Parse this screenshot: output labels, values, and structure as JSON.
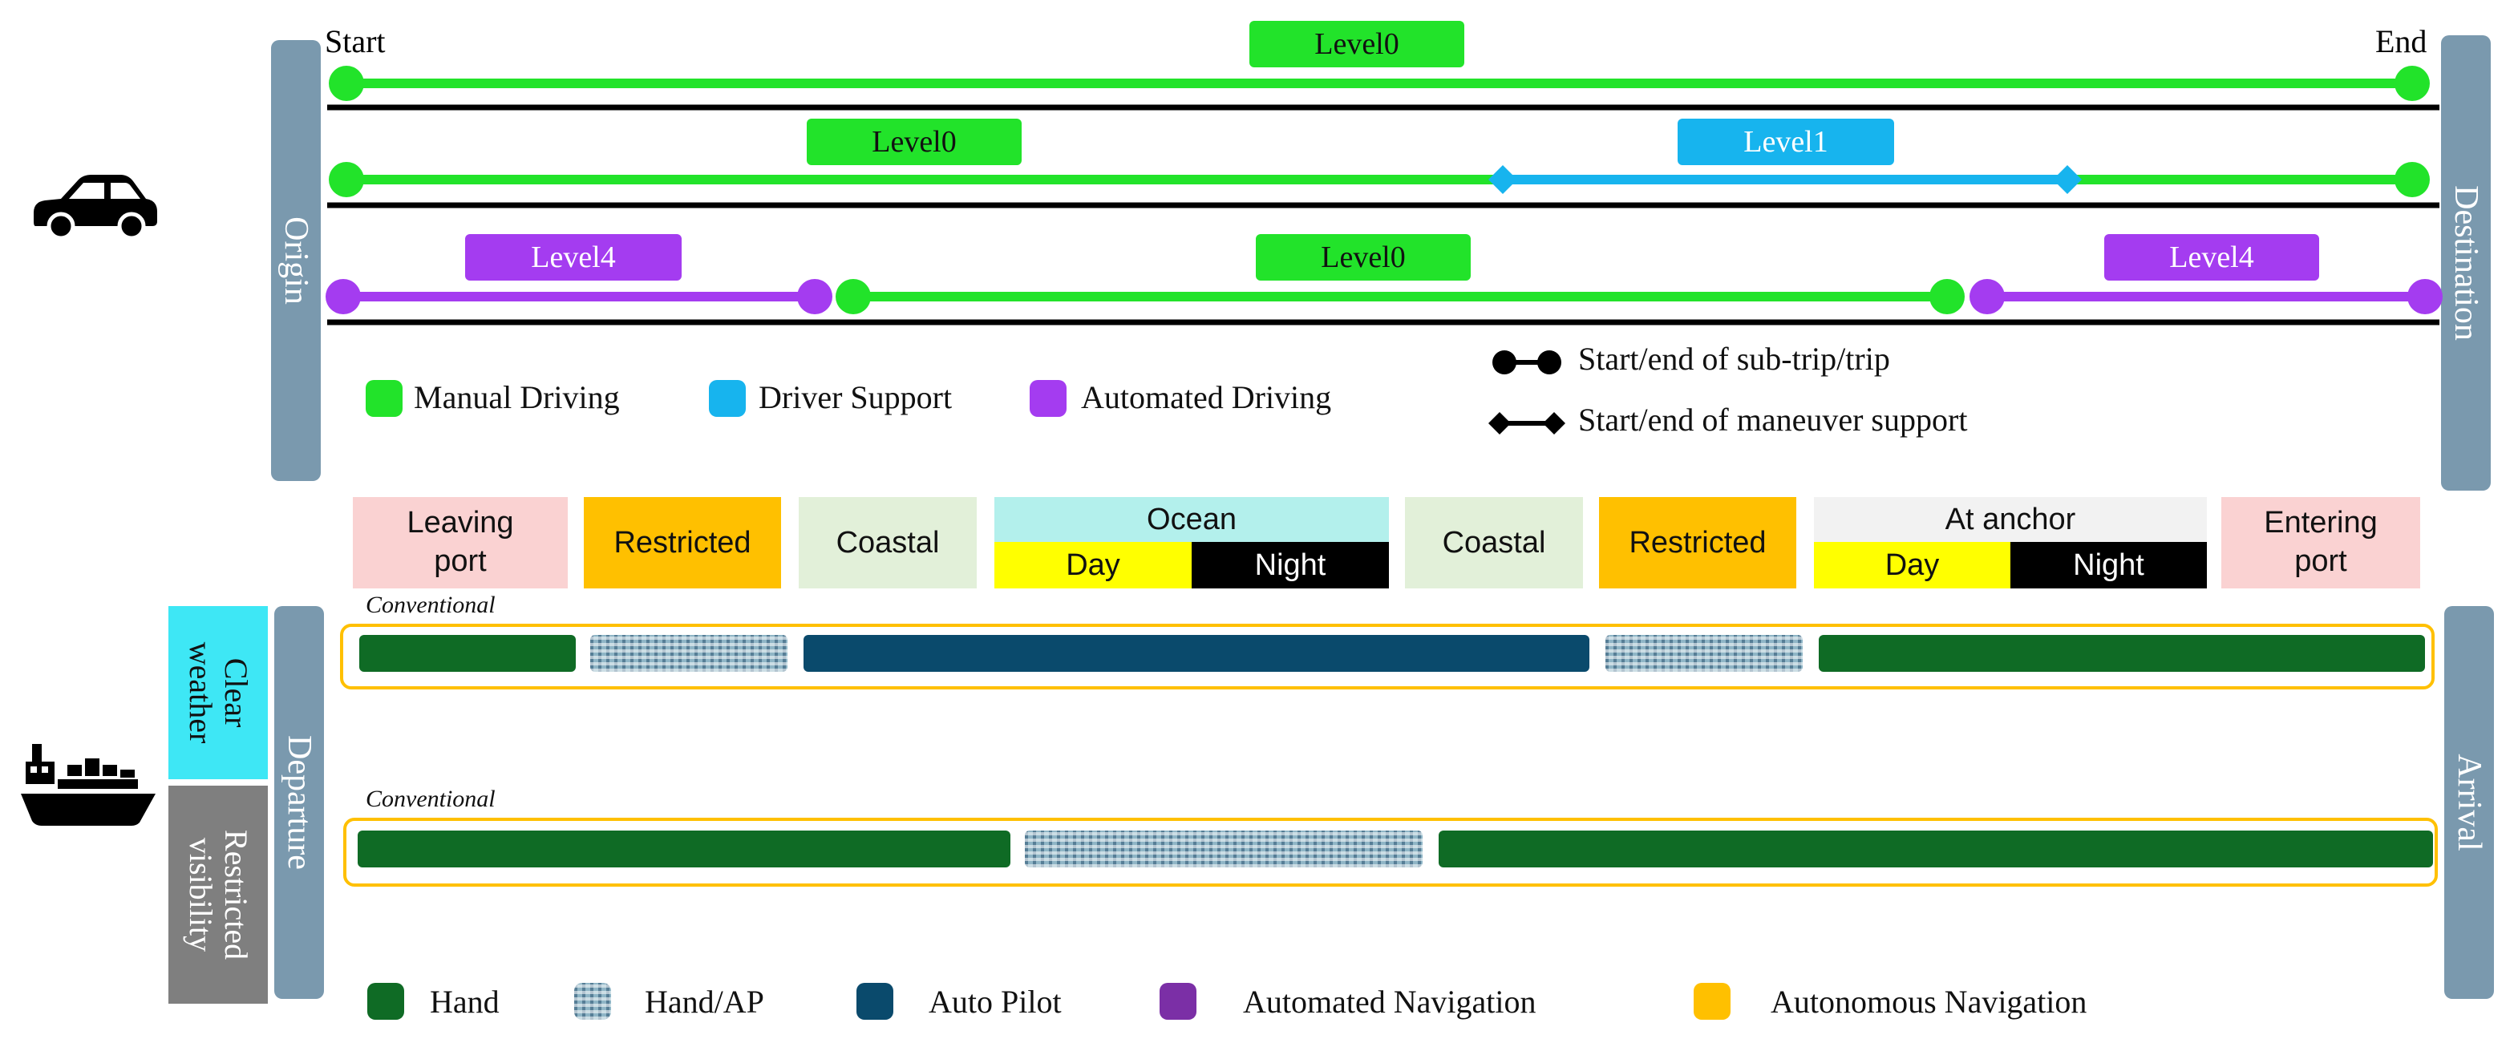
{
  "car": {
    "icon": "car-icon",
    "origin_label": "Origin",
    "destination_label": "Destination",
    "start_label": "Start",
    "end_label": "End",
    "rows": [
      {
        "segments": [
          {
            "level": "Level0",
            "mode": "manual"
          }
        ]
      },
      {
        "segments": [
          {
            "level": "Level0",
            "mode": "manual"
          },
          {
            "level": "Level1",
            "mode": "support"
          }
        ]
      },
      {
        "segments": [
          {
            "level": "Level4",
            "mode": "automated"
          },
          {
            "level": "Level0",
            "mode": "manual"
          },
          {
            "level": "Level4",
            "mode": "automated"
          }
        ]
      }
    ],
    "legend": {
      "manual": "Manual Driving",
      "support": "Driver Support",
      "automated": "Automated Driving",
      "trip_marker": "Start/end of sub-trip/trip",
      "maneuver_marker": "Start/end of maneuver support"
    },
    "colors": {
      "manual": "#22e32a",
      "support": "#17b4ee",
      "automated": "#a43cf0"
    }
  },
  "ship": {
    "icon": "ship-icon",
    "departure_label": "Departure",
    "arrival_label": "Arrival",
    "phases": {
      "leaving_port": "Leaving\nport",
      "restricted1": "Restricted",
      "coastal1": "Coastal",
      "ocean": "Ocean",
      "ocean_day": "Day",
      "ocean_night": "Night",
      "coastal2": "Coastal",
      "restricted2": "Restricted",
      "at_anchor": "At anchor",
      "anchor_day": "Day",
      "anchor_night": "Night",
      "entering_port": "Entering\nport"
    },
    "conditions": {
      "clear": "Clear\nweather",
      "restricted": "Restricted\nvisibility"
    },
    "conventional_label_1": "Conventional",
    "conventional_label_2": "Conventional",
    "legend": {
      "hand": "Hand",
      "hand_ap": "Hand/AP",
      "auto_pilot": "Auto Pilot",
      "automated_nav": "Automated Navigation",
      "autonomous_nav": "Autonomous Navigation"
    },
    "colors": {
      "hand": "#0f6b25",
      "auto_pilot": "#0a4a6c",
      "automated_nav": "#7b2fa6",
      "autonomous_nav": "#ffc000"
    }
  }
}
